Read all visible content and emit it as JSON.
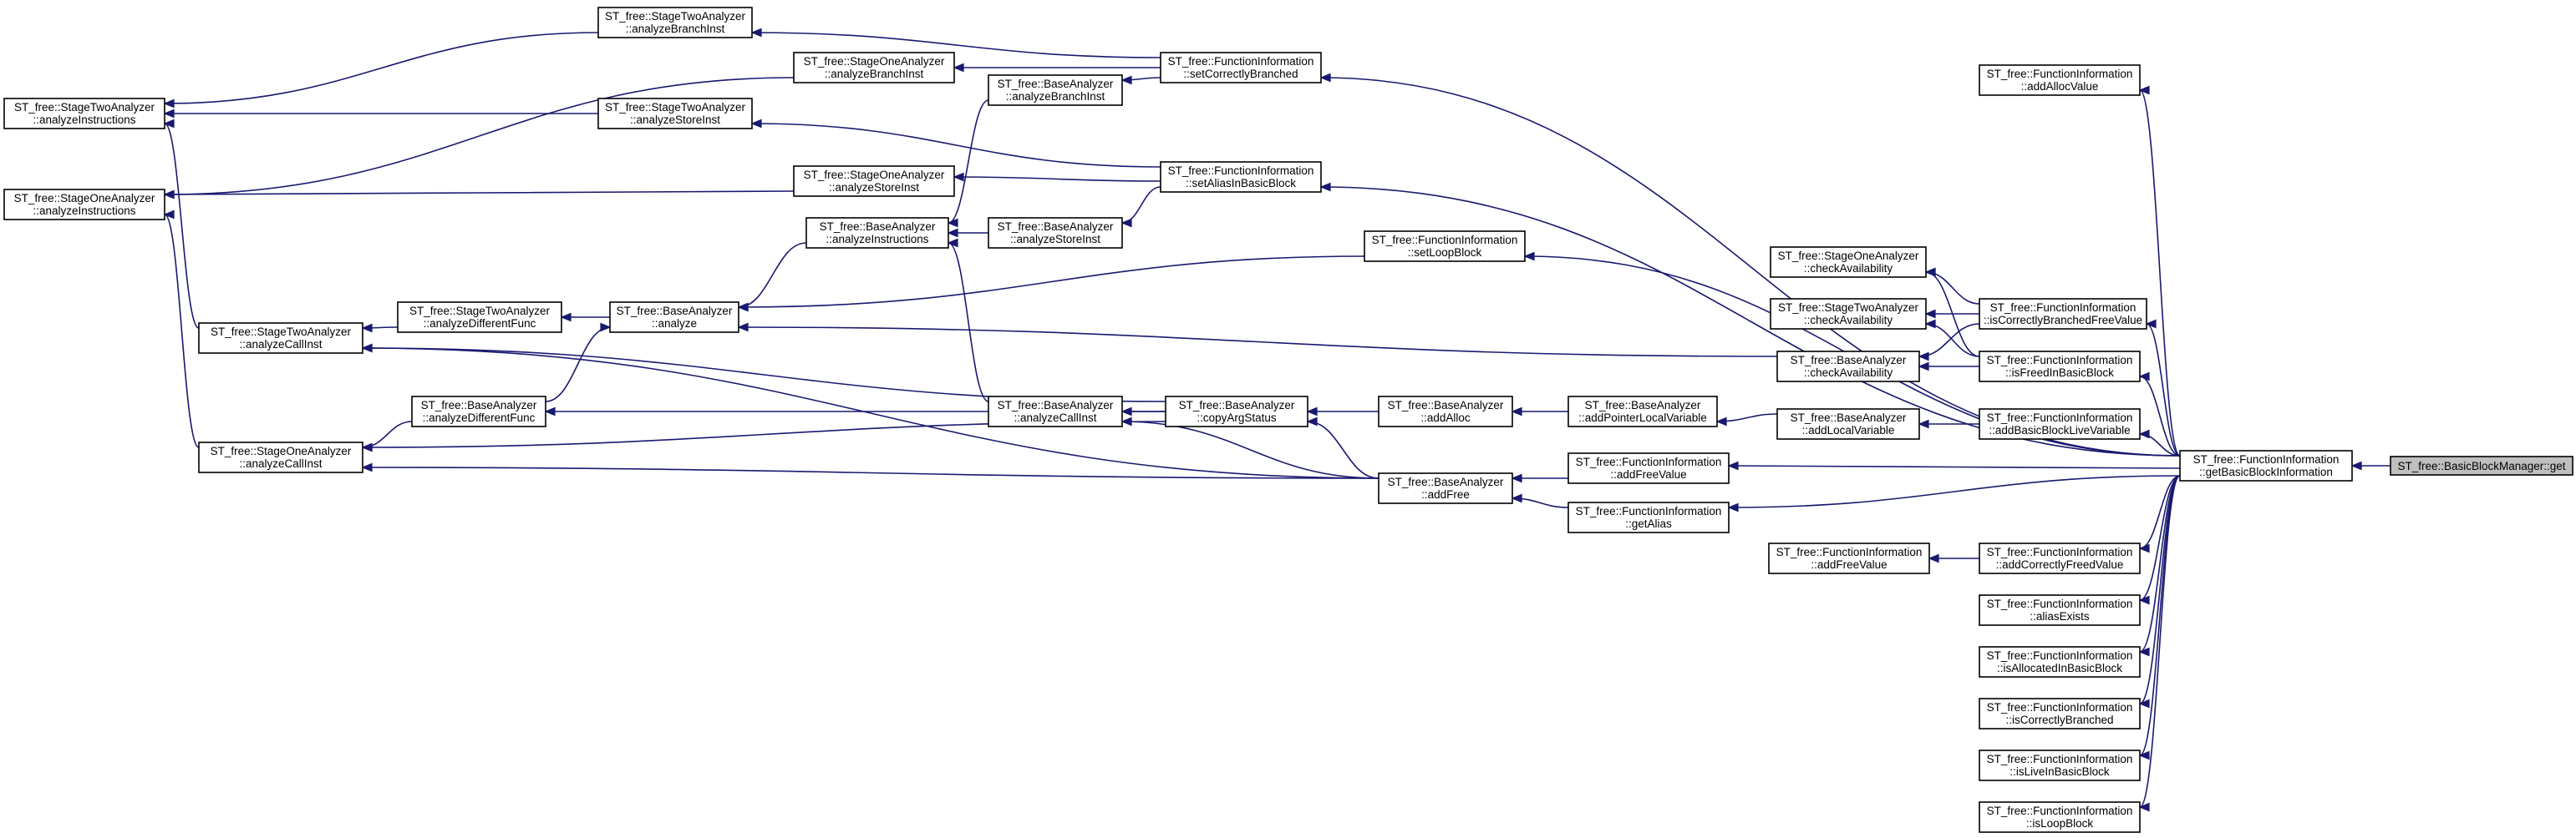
{
  "graph": {
    "title": "",
    "nodes": [
      {
        "id": "get",
        "line1": "ST_free::BasicBlockManager::get",
        "line2": "",
        "highlight": true
      },
      {
        "id": "gbbi",
        "line1": "ST_free::FunctionInformation",
        "line2": "::getBasicBlockInformation"
      },
      {
        "id": "addAllocValue",
        "line1": "ST_free::FunctionInformation",
        "line2": "::addAllocValue"
      },
      {
        "id": "isCorrectlyBranchedFreeValue",
        "line1": "ST_free::FunctionInformation",
        "line2": "::isCorrectlyBranchedFreeValue"
      },
      {
        "id": "isFreedInBasicBlock",
        "line1": "ST_free::FunctionInformation",
        "line2": "::isFreedInBasicBlock"
      },
      {
        "id": "addBasicBlockLiveVariable",
        "line1": "ST_free::FunctionInformation",
        "line2": "::addBasicBlockLiveVariable"
      },
      {
        "id": "addCorrectlyFreedValue",
        "line1": "ST_free::FunctionInformation",
        "line2": "::addCorrectlyFreedValue"
      },
      {
        "id": "aliasExists",
        "line1": "ST_free::FunctionInformation",
        "line2": "::aliasExists"
      },
      {
        "id": "isAllocatedInBasicBlock",
        "line1": "ST_free::FunctionInformation",
        "line2": "::isAllocatedInBasicBlock"
      },
      {
        "id": "isCorrectlyBranched",
        "line1": "ST_free::FunctionInformation",
        "line2": "::isCorrectlyBranched"
      },
      {
        "id": "isLiveInBasicBlock",
        "line1": "ST_free::FunctionInformation",
        "line2": "::isLiveInBasicBlock"
      },
      {
        "id": "isLoopBlock",
        "line1": "ST_free::FunctionInformation",
        "line2": "::isLoopBlock"
      },
      {
        "id": "s1CheckAvail",
        "line1": "ST_free::StageOneAnalyzer",
        "line2": "::checkAvailability"
      },
      {
        "id": "s2CheckAvail",
        "line1": "ST_free::StageTwoAnalyzer",
        "line2": "::checkAvailability"
      },
      {
        "id": "bCheckAvail",
        "line1": "ST_free::BaseAnalyzer",
        "line2": "::checkAvailability"
      },
      {
        "id": "bAddLocalVariable",
        "line1": "ST_free::BaseAnalyzer",
        "line2": "::addLocalVariable"
      },
      {
        "id": "fiAddFreeValue2",
        "line1": "ST_free::FunctionInformation",
        "line2": "::addFreeValue"
      },
      {
        "id": "fiAddFreeValue",
        "line1": "ST_free::FunctionInformation",
        "line2": "::addFreeValue"
      },
      {
        "id": "fiGetAlias",
        "line1": "ST_free::FunctionInformation",
        "line2": "::getAlias"
      },
      {
        "id": "bAddPointerLocalVariable",
        "line1": "ST_free::BaseAnalyzer",
        "line2": "::addPointerLocalVariable"
      },
      {
        "id": "bAddAlloc",
        "line1": "ST_free::BaseAnalyzer",
        "line2": "::addAlloc"
      },
      {
        "id": "bAddFree",
        "line1": "ST_free::BaseAnalyzer",
        "line2": "::addFree"
      },
      {
        "id": "bCopyArgStatus",
        "line1": "ST_free::BaseAnalyzer",
        "line2": "::copyArgStatus"
      },
      {
        "id": "fiSetLoopBlock",
        "line1": "ST_free::FunctionInformation",
        "line2": "::setLoopBlock"
      },
      {
        "id": "fiSetCorrectlyBranched",
        "line1": "ST_free::FunctionInformation",
        "line2": "::setCorrectlyBranched"
      },
      {
        "id": "fiSetAliasInBasicBlock",
        "line1": "ST_free::FunctionInformation",
        "line2": "::setAliasInBasicBlock"
      },
      {
        "id": "bAnalyzeBranchInst",
        "line1": "ST_free::BaseAnalyzer",
        "line2": "::analyzeBranchInst"
      },
      {
        "id": "bAnalyzeStoreInst",
        "line1": "ST_free::BaseAnalyzer",
        "line2": "::analyzeStoreInst"
      },
      {
        "id": "bAnalyzeInstructions",
        "line1": "ST_free::BaseAnalyzer",
        "line2": "::analyzeInstructions"
      },
      {
        "id": "bAnalyzeCallInst",
        "line1": "ST_free::BaseAnalyzer",
        "line2": "::analyzeCallInst"
      },
      {
        "id": "s1AnalyzeBranchInst",
        "line1": "ST_free::StageOneAnalyzer",
        "line2": "::analyzeBranchInst"
      },
      {
        "id": "s1AnalyzeStoreInst",
        "line1": "ST_free::StageOneAnalyzer",
        "line2": "::analyzeStoreInst"
      },
      {
        "id": "s2AnalyzeBranchInst",
        "line1": "ST_free::StageTwoAnalyzer",
        "line2": "::analyzeBranchInst"
      },
      {
        "id": "s2AnalyzeStoreInst",
        "line1": "ST_free::StageTwoAnalyzer",
        "line2": "::analyzeStoreInst"
      },
      {
        "id": "bAnalyze",
        "line1": "ST_free::BaseAnalyzer",
        "line2": "::analyze"
      },
      {
        "id": "s2AnalyzeDifferentFunc",
        "line1": "ST_free::StageTwoAnalyzer",
        "line2": "::analyzeDifferentFunc"
      },
      {
        "id": "bAnalyzeDifferentFunc",
        "line1": "ST_free::BaseAnalyzer",
        "line2": "::analyzeDifferentFunc"
      },
      {
        "id": "s2AnalyzeCallInst",
        "line1": "ST_free::StageTwoAnalyzer",
        "line2": "::analyzeCallInst"
      },
      {
        "id": "s1AnalyzeCallInst",
        "line1": "ST_free::StageOneAnalyzer",
        "line2": "::analyzeCallInst"
      },
      {
        "id": "s2AnalyzeInstructions",
        "line1": "ST_free::StageTwoAnalyzer",
        "line2": "::analyzeInstructions"
      },
      {
        "id": "s1AnalyzeInstructions",
        "line1": "ST_free::StageOneAnalyzer",
        "line2": "::analyzeInstructions"
      }
    ],
    "edges": [
      {
        "from": "get",
        "to": "gbbi"
      },
      {
        "from": "gbbi",
        "to": "addAllocValue"
      },
      {
        "from": "gbbi",
        "to": "isCorrectlyBranchedFreeValue"
      },
      {
        "from": "gbbi",
        "to": "isFreedInBasicBlock"
      },
      {
        "from": "gbbi",
        "to": "addBasicBlockLiveVariable"
      },
      {
        "from": "gbbi",
        "to": "addCorrectlyFreedValue"
      },
      {
        "from": "gbbi",
        "to": "aliasExists"
      },
      {
        "from": "gbbi",
        "to": "isAllocatedInBasicBlock"
      },
      {
        "from": "gbbi",
        "to": "isCorrectlyBranched"
      },
      {
        "from": "gbbi",
        "to": "isLiveInBasicBlock"
      },
      {
        "from": "gbbi",
        "to": "isLoopBlock"
      },
      {
        "from": "gbbi",
        "to": "fiAddFreeValue"
      },
      {
        "from": "gbbi",
        "to": "fiGetAlias"
      },
      {
        "from": "gbbi",
        "to": "fiSetLoopBlock"
      },
      {
        "from": "gbbi",
        "to": "fiSetCorrectlyBranched"
      },
      {
        "from": "gbbi",
        "to": "fiSetAliasInBasicBlock"
      },
      {
        "from": "isCorrectlyBranchedFreeValue",
        "to": "s1CheckAvail"
      },
      {
        "from": "isCorrectlyBranchedFreeValue",
        "to": "s2CheckAvail"
      },
      {
        "from": "isCorrectlyBranchedFreeValue",
        "to": "bCheckAvail"
      },
      {
        "from": "isFreedInBasicBlock",
        "to": "s1CheckAvail"
      },
      {
        "from": "isFreedInBasicBlock",
        "to": "s2CheckAvail"
      },
      {
        "from": "isFreedInBasicBlock",
        "to": "bCheckAvail"
      },
      {
        "from": "addBasicBlockLiveVariable",
        "to": "bAddLocalVariable"
      },
      {
        "from": "addCorrectlyFreedValue",
        "to": "fiAddFreeValue2"
      },
      {
        "from": "bAddLocalVariable",
        "to": "bAddPointerLocalVariable"
      },
      {
        "from": "bAddPointerLocalVariable",
        "to": "bAddAlloc"
      },
      {
        "from": "bAddAlloc",
        "to": "bCopyArgStatus"
      },
      {
        "from": "fiAddFreeValue",
        "to": "bAddFree"
      },
      {
        "from": "fiGetAlias",
        "to": "bAddFree"
      },
      {
        "from": "bAddFree",
        "to": "bCopyArgStatus"
      },
      {
        "from": "bAddFree",
        "to": "bAnalyzeCallInst"
      },
      {
        "from": "bAddFree",
        "to": "s2AnalyzeCallInst"
      },
      {
        "from": "bAddFree",
        "to": "s1AnalyzeCallInst"
      },
      {
        "from": "bCheckAvail",
        "to": "bAnalyze"
      },
      {
        "from": "bCopyArgStatus",
        "to": "bAnalyzeCallInst"
      },
      {
        "from": "bCopyArgStatus",
        "to": "bAnalyzeDifferentFunc"
      },
      {
        "from": "bCopyArgStatus",
        "to": "s2AnalyzeCallInst"
      },
      {
        "from": "bCopyArgStatus",
        "to": "s1AnalyzeCallInst"
      },
      {
        "from": "fiSetLoopBlock",
        "to": "bAnalyze"
      },
      {
        "from": "fiSetCorrectlyBranched",
        "to": "bAnalyzeBranchInst"
      },
      {
        "from": "fiSetCorrectlyBranched",
        "to": "s1AnalyzeBranchInst"
      },
      {
        "from": "fiSetCorrectlyBranched",
        "to": "s2AnalyzeBranchInst"
      },
      {
        "from": "fiSetAliasInBasicBlock",
        "to": "bAnalyzeStoreInst"
      },
      {
        "from": "fiSetAliasInBasicBlock",
        "to": "s1AnalyzeStoreInst"
      },
      {
        "from": "fiSetAliasInBasicBlock",
        "to": "s2AnalyzeStoreInst"
      },
      {
        "from": "bAnalyzeBranchInst",
        "to": "bAnalyzeInstructions"
      },
      {
        "from": "bAnalyzeStoreInst",
        "to": "bAnalyzeInstructions"
      },
      {
        "from": "bAnalyzeCallInst",
        "to": "bAnalyzeInstructions"
      },
      {
        "from": "bAnalyzeInstructions",
        "to": "bAnalyze"
      },
      {
        "from": "s1AnalyzeBranchInst",
        "to": "s1AnalyzeInstructions"
      },
      {
        "from": "s1AnalyzeStoreInst",
        "to": "s1AnalyzeInstructions"
      },
      {
        "from": "s2AnalyzeBranchInst",
        "to": "s2AnalyzeInstructions"
      },
      {
        "from": "s2AnalyzeStoreInst",
        "to": "s2AnalyzeInstructions"
      },
      {
        "from": "bAnalyze",
        "to": "s2AnalyzeDifferentFunc"
      },
      {
        "from": "bAnalyzeDifferentFunc",
        "to": "bAnalyze"
      },
      {
        "from": "s2AnalyzeDifferentFunc",
        "to": "s2AnalyzeCallInst"
      },
      {
        "from": "bAnalyzeDifferentFunc",
        "to": "s1AnalyzeCallInst"
      },
      {
        "from": "s2AnalyzeCallInst",
        "to": "s2AnalyzeInstructions"
      },
      {
        "from": "s1AnalyzeCallInst",
        "to": "s1AnalyzeInstructions"
      }
    ]
  }
}
